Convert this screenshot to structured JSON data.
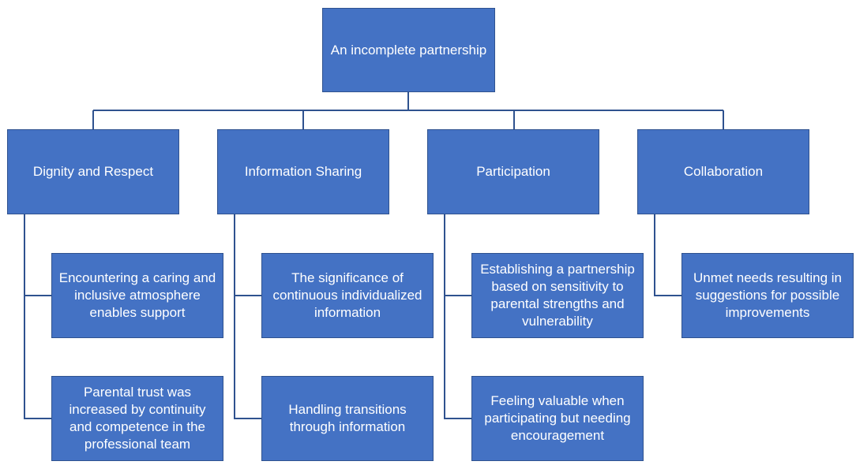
{
  "root": {
    "label": "An incomplete partnership"
  },
  "themes": [
    {
      "label": "Dignity and Respect",
      "subthemes": [
        "Encountering a caring and inclusive atmosphere enables support",
        "Parental trust was increased by continuity and competence in the professional team"
      ]
    },
    {
      "label": "Information Sharing",
      "subthemes": [
        "The significance of continuous individualized information",
        "Handling transitions through information"
      ]
    },
    {
      "label": "Participation",
      "subthemes": [
        "Establishing a partnership based on sensitivity to parental strengths and vulnerability",
        "Feeling valuable when participating but needing encouragement"
      ]
    },
    {
      "label": "Collaboration",
      "subthemes": [
        "Unmet needs resulting in suggestions for possible improvements"
      ]
    }
  ],
  "colors": {
    "box_fill": "#4472C4",
    "box_border": "#2F528F",
    "connector": "#2F528F",
    "text": "#FFFFFF"
  }
}
